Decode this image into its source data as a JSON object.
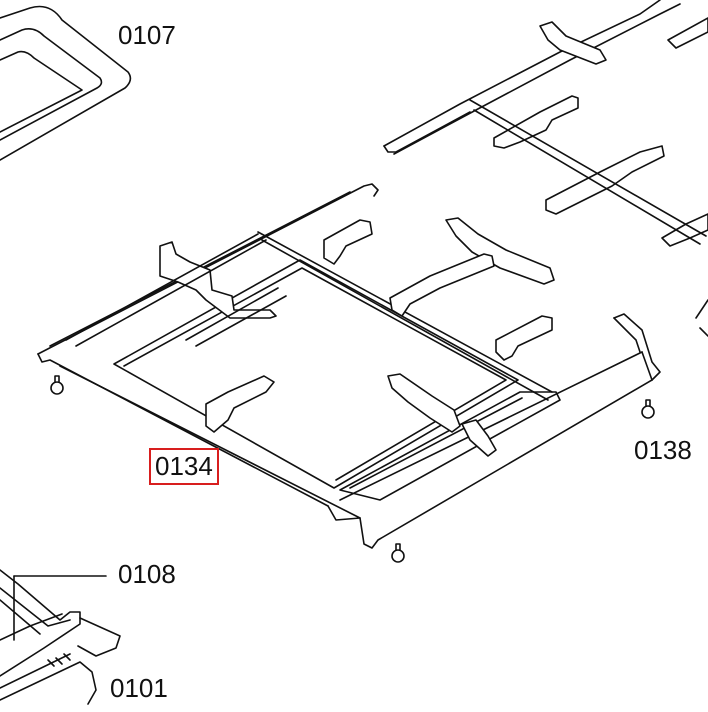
{
  "labels": {
    "p0107": "0107",
    "p0134": "0134",
    "p0138": "0138",
    "p0108": "0108",
    "p0101": "0101"
  },
  "colors": {
    "line": "#111111",
    "highlight": "#d81e1e",
    "background": "#ffffff"
  }
}
